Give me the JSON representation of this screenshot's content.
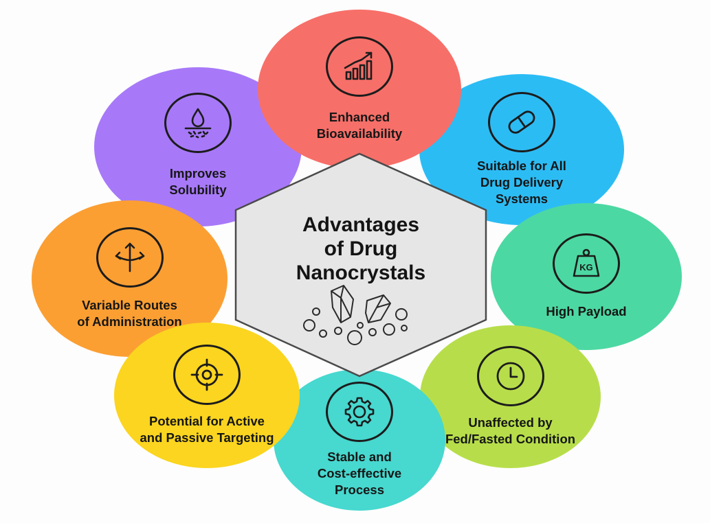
{
  "colors": {
    "background": "#fdfdfd",
    "hexagon_fill": "#e6e6e6",
    "hexagon_stroke": "#4a4a4a",
    "enhanced_bioavailability": "#f76f69",
    "suitable_for_all": "#2cbcf4",
    "high_payload": "#4cd8a2",
    "unaffected": "#b7de4a",
    "stable_process": "#47d8cf",
    "potential_targeting": "#fbd51f",
    "variable_routes": "#fb9f33",
    "improves_solubility": "#a779f8"
  },
  "center": {
    "title": "Advantages\nof Drug\nNanocrystals",
    "icon": "nanocrystals-illustration"
  },
  "advantages": {
    "enhanced_bioavailability": {
      "label": "Enhanced\nBioavailability",
      "icon": "bar-chart-growth-icon"
    },
    "suitable_for_all": {
      "label": "Suitable for All\nDrug Delivery\nSystems",
      "icon": "capsule-pill-icon"
    },
    "high_payload": {
      "label": "High Payload",
      "icon": "kg-weight-icon",
      "icon_text": "KG"
    },
    "unaffected": {
      "label": "Unaffected by\nFed/Fasted Condition",
      "icon": "clock-icon"
    },
    "stable_process": {
      "label": "Stable and\nCost-effective\nProcess",
      "icon": "gear-icon"
    },
    "potential_targeting": {
      "label": "Potential for Active\nand Passive Targeting",
      "icon": "target-icon"
    },
    "variable_routes": {
      "label": "Variable Routes\nof Administration",
      "icon": "three-way-arrows-icon"
    },
    "improves_solubility": {
      "label": "Improves\nSolubility",
      "icon": "water-drop-dissolving-icon"
    }
  }
}
